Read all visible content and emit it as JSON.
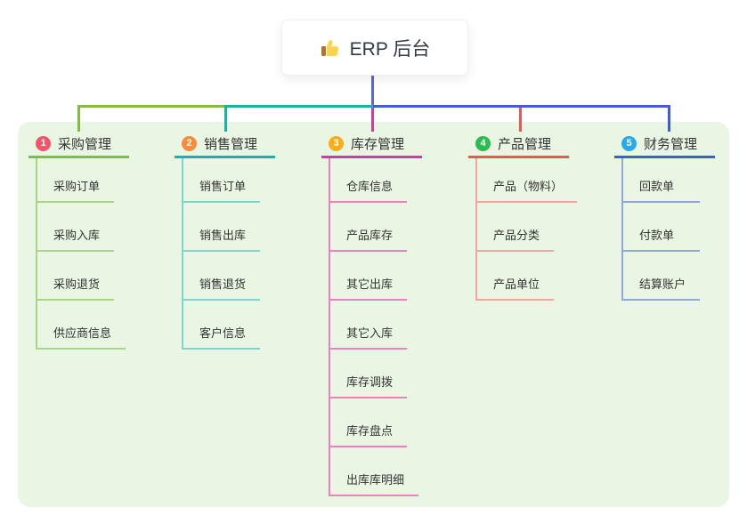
{
  "root": {
    "label": "ERP 后台",
    "icon": "thumbs-up-icon"
  },
  "connectors": {
    "root_stem_color": "#5a68d8"
  },
  "panel_color": "#e9f6e4",
  "branches": [
    {
      "badge": "1",
      "title": "采购管理",
      "badge_color": "#f1556a",
      "line_color": "#7fbe3f",
      "child_line_color": "#a9d584",
      "children": [
        "采购订单",
        "采购入库",
        "采购退货",
        "供应商信息"
      ]
    },
    {
      "badge": "2",
      "title": "销售管理",
      "badge_color": "#f98b3b",
      "line_color": "#16b3a7",
      "child_line_color": "#7fd4cb",
      "children": [
        "销售订单",
        "销售出库",
        "销售退货",
        "客户信息"
      ]
    },
    {
      "badge": "3",
      "title": "库存管理",
      "badge_color": "#fbae17",
      "line_color": "#d3399f",
      "child_line_color": "#ef7fc0",
      "children": [
        "仓库信息",
        "产品库存",
        "其它出库",
        "其它入库",
        "库存调拨",
        "库存盘点",
        "出库库明细"
      ]
    },
    {
      "badge": "4",
      "title": "产品管理",
      "badge_color": "#2abc51",
      "line_color": "#f05352",
      "child_line_color": "#f7a39e",
      "children": [
        "产品（物料）",
        "产品分类",
        "产品单位"
      ]
    },
    {
      "badge": "5",
      "title": "财务管理",
      "badge_color": "#29a9ea",
      "line_color": "#3f5ecf",
      "child_line_color": "#92a5df",
      "children": [
        "回款单",
        "付款单",
        "结算账户"
      ]
    }
  ]
}
